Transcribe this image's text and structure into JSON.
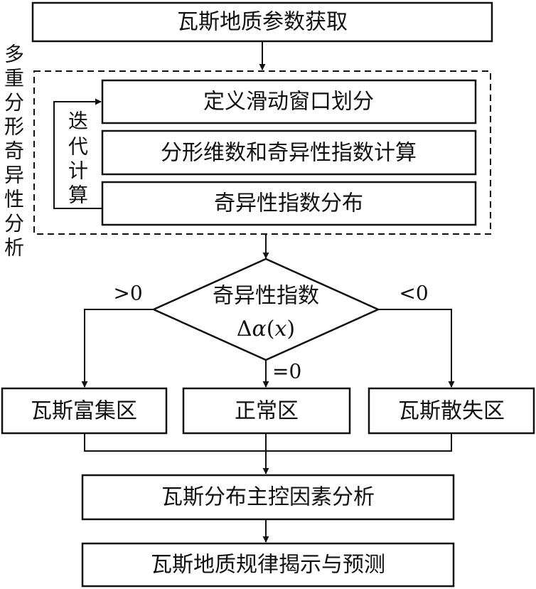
{
  "diagram": {
    "top_box": "瓦斯地质参数获取",
    "side_label": [
      "多",
      "重",
      "分",
      "形",
      "奇",
      "异",
      "性",
      "分",
      "析"
    ],
    "iteration_label": [
      "迭",
      "代",
      "计",
      "算"
    ],
    "group_steps": [
      "定义滑动窗口划分",
      "分形维数和奇异性指数计算",
      "奇异性指数分布"
    ],
    "decision": {
      "line1": "奇异性指数",
      "delta": "Δ",
      "alpha": "α",
      "open": "(",
      "var": "x",
      "close": ")"
    },
    "branch_labels": {
      "left": ">0",
      "center": "=0",
      "right": "<0"
    },
    "outcomes": [
      "瓦斯富集区",
      "正常区",
      "瓦斯散失区"
    ],
    "bottom_boxes": [
      "瓦斯分布主控因素分析",
      "瓦斯地质规律揭示与预测"
    ],
    "colors": {
      "stroke": "#111111",
      "background": "#ffffff"
    }
  }
}
